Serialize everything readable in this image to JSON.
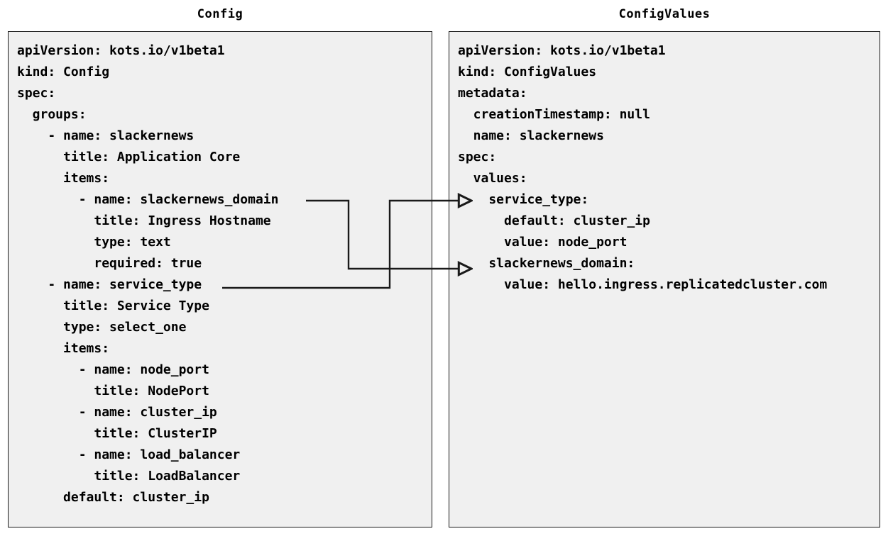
{
  "diagram": {
    "title_left": "Config",
    "title_right": "ConfigValues",
    "background": "#ffffff",
    "panel_fill": "#f0f0f0",
    "panel_border": "#1a1a1a",
    "text_color": "#000000",
    "connector_color": "#1a1a1a"
  },
  "left_panel": {
    "title": "Config",
    "lines": [
      "apiVersion: kots.io/v1beta1",
      "kind: Config",
      "spec:",
      "  groups:",
      "    - name: slackernews",
      "      title: Application Core",
      "      items:",
      "        - name: slackernews_domain",
      "          title: Ingress Hostname",
      "          type: text",
      "          required: true",
      "    - name: service_type",
      "      title: Service Type",
      "      type: select_one",
      "      items:",
      "        - name: node_port",
      "          title: NodePort",
      "        - name: cluster_ip",
      "          title: ClusterIP",
      "        - name: load_balancer",
      "          title: LoadBalancer",
      "      default: cluster_ip"
    ]
  },
  "right_panel": {
    "title": "ConfigValues",
    "lines": [
      "apiVersion: kots.io/v1beta1",
      "kind: ConfigValues",
      "metadata:",
      "  creationTimestamp: null",
      "  name: slackernews",
      "spec:",
      "  values:",
      "    service_type:",
      "      default: cluster_ip",
      "      value: node_port",
      "    slackernews_domain:",
      "      value: hello.ingress.replicatedcluster.com"
    ]
  },
  "connectors": [
    {
      "name": "slackernews-domain-link",
      "from_label": "slackernews_domain",
      "to_label": "slackernews_domain:",
      "from_line_index": 7,
      "to_line_index": 10
    },
    {
      "name": "service-type-link",
      "from_label": "service_type",
      "to_label": "service_type:",
      "from_line_index": 11,
      "to_line_index": 7
    }
  ]
}
